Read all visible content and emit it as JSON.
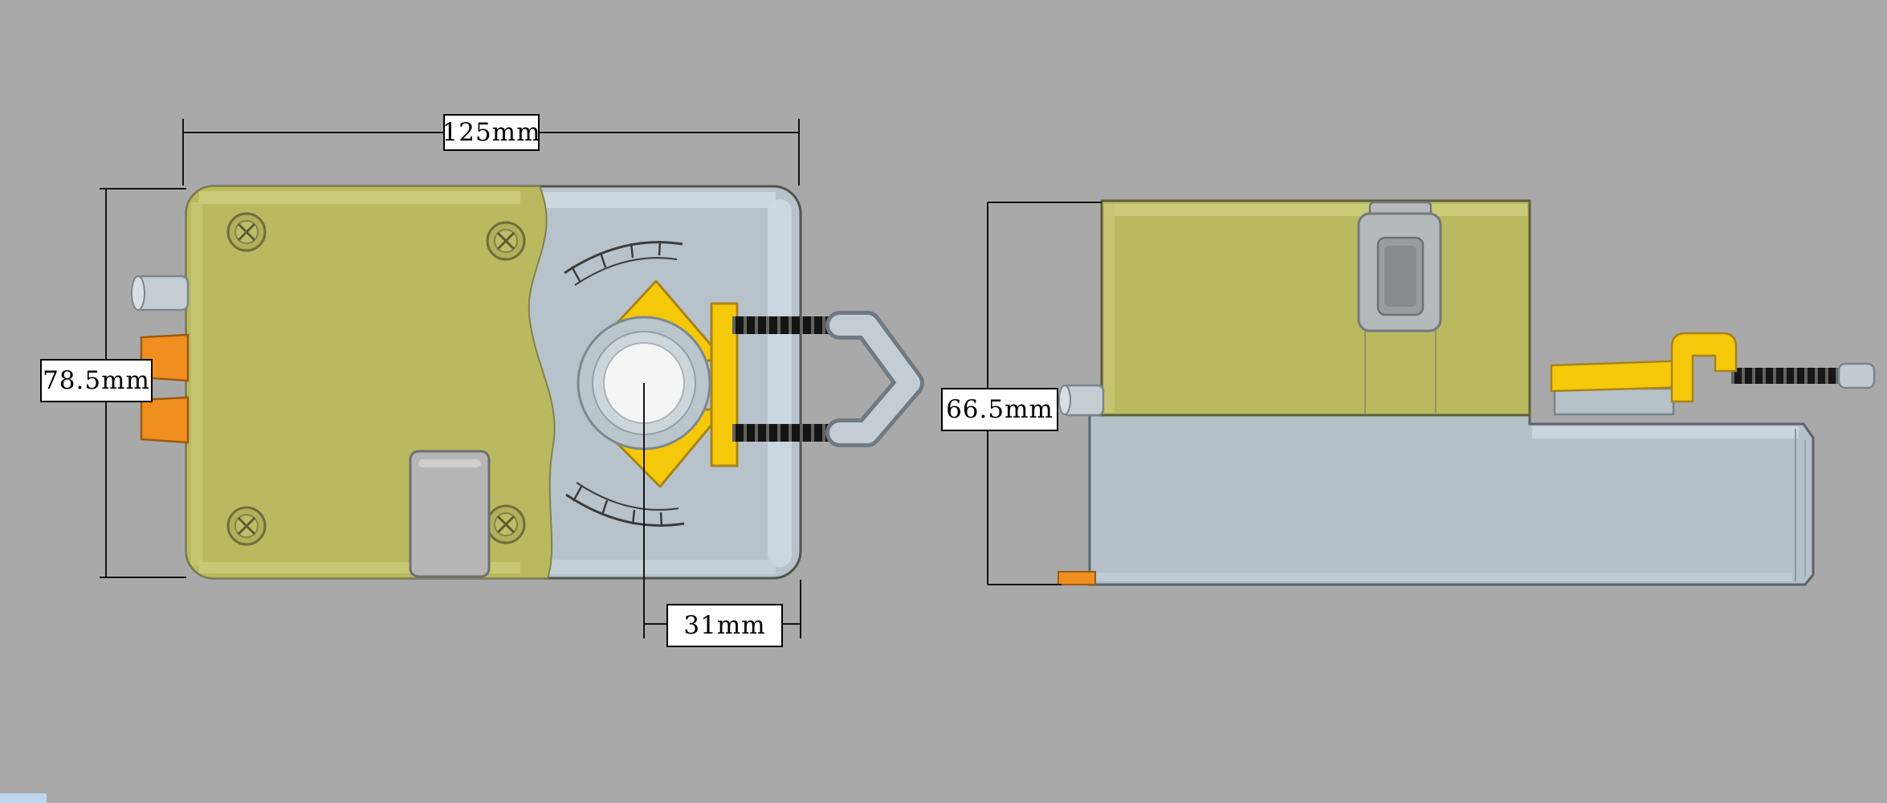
{
  "drawing": {
    "dimensions": {
      "width": "125mm",
      "height": "78.5mm",
      "shaft_offset": "31mm",
      "side_height": "66.5mm"
    },
    "colors": {
      "background": "#a9a9a9",
      "housing_olive": "#b9ba60",
      "housing_gray": "#b7c2ca",
      "clamp_yellow": "#f6c80a",
      "connector_orange": "#f08f1f",
      "rod_black": "#161616",
      "metal_light": "#c6cdd2",
      "dimension_line": "#141414",
      "label_background": "#ffffff"
    }
  }
}
